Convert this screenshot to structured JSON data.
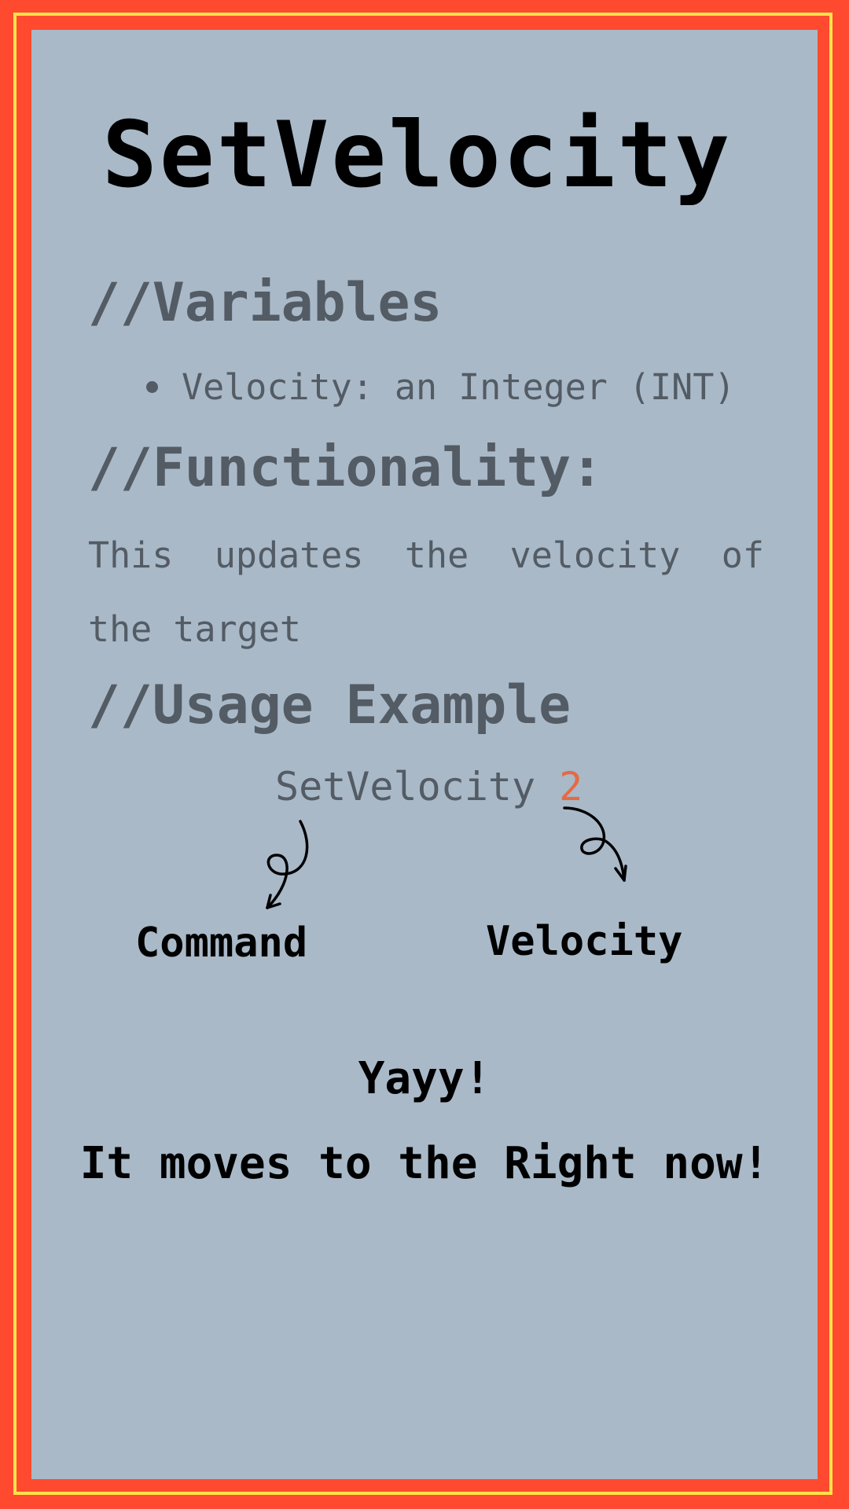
{
  "title": "SetVelocity",
  "sections": {
    "variables": {
      "heading": "//Variables",
      "items": [
        "Velocity: an Integer (INT)"
      ]
    },
    "functionality": {
      "heading": "//Functionality:",
      "description": "This updates the velocity of the target"
    },
    "usage": {
      "heading": "//Usage Example",
      "command": "SetVelocity",
      "argument": "2",
      "command_label": "Command",
      "argument_label": "Velocity"
    }
  },
  "result": {
    "exclaim": "Yayy!",
    "message": "It moves to the Right now!"
  },
  "colors": {
    "outer_border": "#ff4a2f",
    "inner_frame": "#ffe24a",
    "panel_background": "#a9b9c8",
    "muted_text": "#535b64",
    "argument_accent": "#e36b45",
    "dark_text": "#000000"
  },
  "icons": {
    "command_arrow": "curly-arrow-down-left-icon",
    "argument_arrow": "curly-arrow-down-right-icon"
  }
}
